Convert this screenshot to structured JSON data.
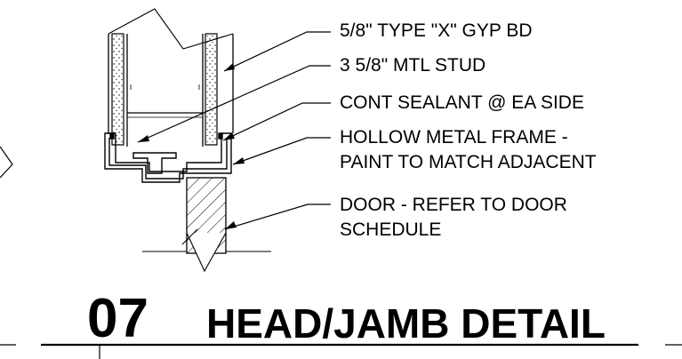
{
  "notes": {
    "gyp": "5/8\" TYPE \"X\" GYP BD",
    "stud": "3 5/8\" MTL STUD",
    "sealant": "CONT SEALANT @ EA SIDE",
    "frame_line1": "HOLLOW METAL FRAME -",
    "frame_line2": "PAINT TO MATCH ADJACENT",
    "door_line1": "DOOR - REFER TO DOOR",
    "door_line2": "SCHEDULE"
  },
  "title_block": {
    "number": "07",
    "title": "HEAD/JAMB DETAIL"
  }
}
